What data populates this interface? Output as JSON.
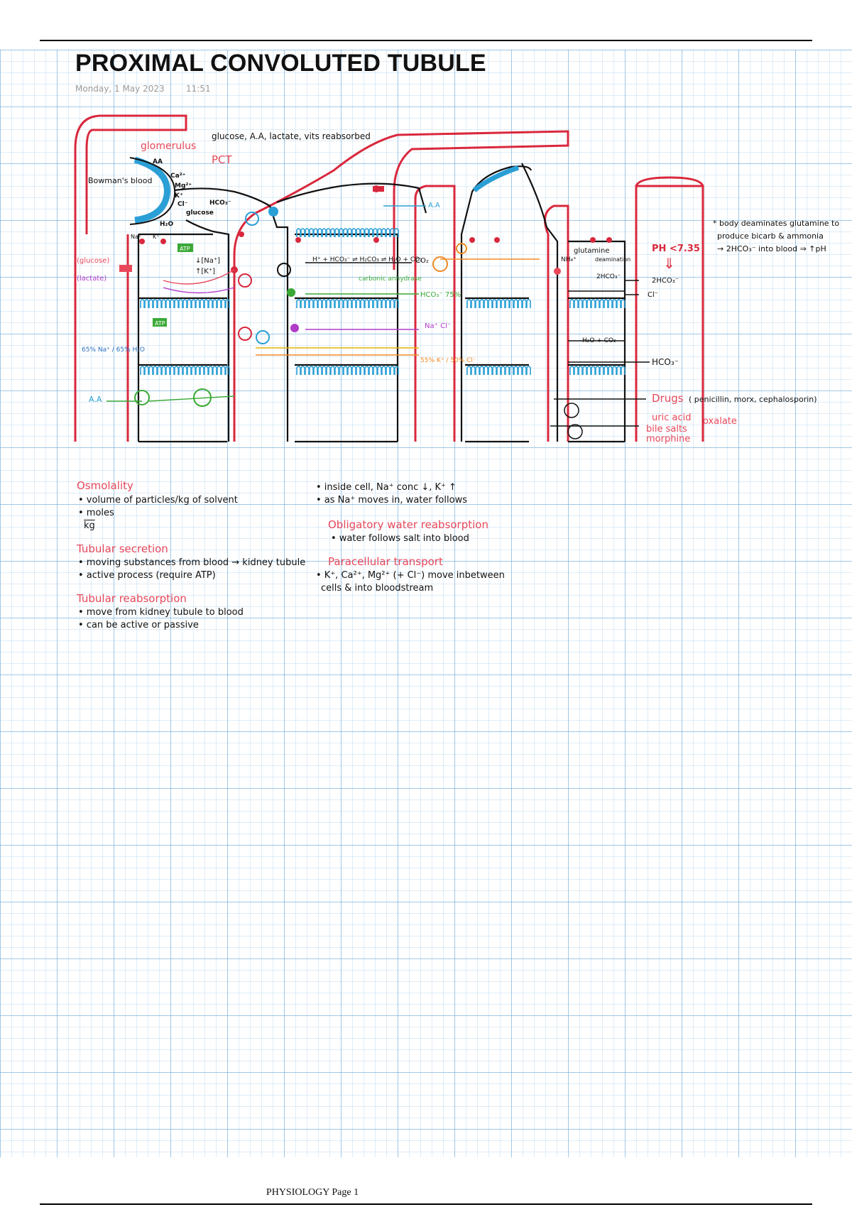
{
  "page": {
    "title": "PROXIMAL CONVOLUTED TUBULE",
    "date": "Monday, 1 May 2023",
    "time": "11:51",
    "footer": "PHYSIOLOGY Page 1"
  },
  "colors": {
    "vessel": "#d9283d",
    "membrane": "#2a9fd6",
    "salmon": "#e8485a",
    "green": "#3aa935",
    "orange": "#f08a24",
    "purple": "#b03cc8",
    "yellow": "#e5b400",
    "highlight": "#f4b27a"
  },
  "diagram": {
    "glomerulus": "glomerulus",
    "pct": "PCT",
    "reabsorbed_top": "glucose, A.A, lactate, vits reabsorbed",
    "bowmans_blood": "Bowman's blood",
    "filtrate": [
      "AA",
      "Ca²⁺",
      "Mg²⁺",
      "K⁺",
      "Cl⁻",
      "H₂O",
      "glucose",
      "HCO₃⁻"
    ],
    "glucose_lbl": "(glucose)",
    "lactate_lbl": "(lactate)",
    "sodium": "Na⁺",
    "potassium": "K⁺",
    "atp": "ATP",
    "k_up": "↑[K⁺]",
    "na_down": "↓[Na⁺]",
    "carbonic_eq": "H⁺ + HCO₃⁻ ⇌ H₂CO₃ ⇌ H₂O + CO₂",
    "carbonic_anhydrase": "carbonic anhydrase",
    "co2": "CO₂",
    "hco3_reabs": "HCO₃⁻ 75%",
    "h2o_co2": "H₂O + CO₂",
    "cl_na": "Na⁺ Cl⁻",
    "percent_cl": "65% Na⁺ / 65% H₂O",
    "k_cl": "55% K⁺ / 50% Cl⁻",
    "aa": "A.A",
    "glutamine": "glutamine",
    "deamination": "deamination",
    "nh4": "NH₄⁺",
    "hco3_2": "2HCO₃⁻",
    "ph": "PH <7.35",
    "hco3": "HCO₃⁻",
    "cl": "Cl⁻",
    "drugs": "Drugs",
    "drugs_note": "( penicillin, morx, cephalosporin)",
    "uric_acid": "uric acid",
    "oxalate": "oxalate",
    "bile_salts": "bile salts",
    "morphine": "morphine",
    "side_note": [
      "* body deaminates glutamine to",
      "produce bicarb & ammonia",
      "→ 2HCO₃⁻ into blood ⇒ ↑pH"
    ]
  },
  "notes": {
    "osmolality": {
      "heading": "Osmolality",
      "lines": [
        "• volume of particles/kg of solvent",
        "• moles",
        "  kg"
      ]
    },
    "tubular_secretion": {
      "heading": "Tubular secretion",
      "lines": [
        "• moving substances from blood → kidney tubule",
        "• active process (require ATP)"
      ]
    },
    "tubular_reabsorption": {
      "heading": "Tubular reabsorption",
      "lines": [
        "• move from kidney tubule to blood",
        "• can be active or passive"
      ]
    },
    "inside_cell": {
      "lines": [
        "• inside cell, Na⁺ conc ↓, K⁺ ↑",
        "• as Na⁺ moves in, water follows"
      ]
    },
    "obligatory": {
      "heading": "Obligatory water reabsorption",
      "lines": [
        "• water follows salt into blood"
      ]
    },
    "paracellular": {
      "heading": "Paracellular transport",
      "lines": [
        "• K⁺, Ca²⁺, Mg²⁺ (+ Cl⁻) move inbetween",
        "  cells & into bloodstream"
      ]
    }
  }
}
